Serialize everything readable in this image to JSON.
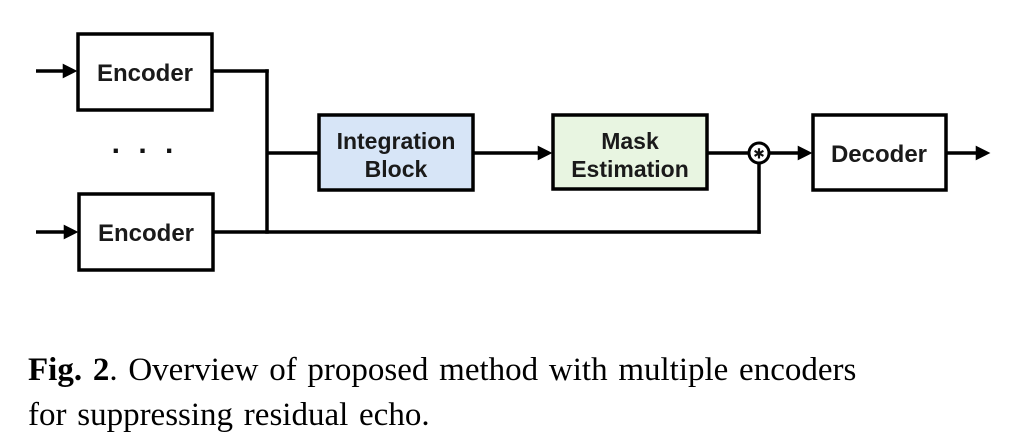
{
  "diagram": {
    "boxes": {
      "encoder_top": "Encoder",
      "encoder_bottom": "Encoder",
      "integration_line1": "Integration",
      "integration_line2": "Block",
      "mask_line1": "Mask",
      "mask_line2": "Estimation",
      "decoder": "Decoder"
    },
    "ellipsis": ". . .",
    "operator": "✱",
    "colors": {
      "integration_fill": "#d7e5f7",
      "mask_fill": "#e8f5e1",
      "plain_fill": "#ffffff",
      "stroke": "#000000"
    }
  },
  "caption": {
    "fig_label": "Fig. 2",
    "line1_rest": ". Overview of proposed method with multiple encoders",
    "line2": "for suppressing residual echo."
  }
}
